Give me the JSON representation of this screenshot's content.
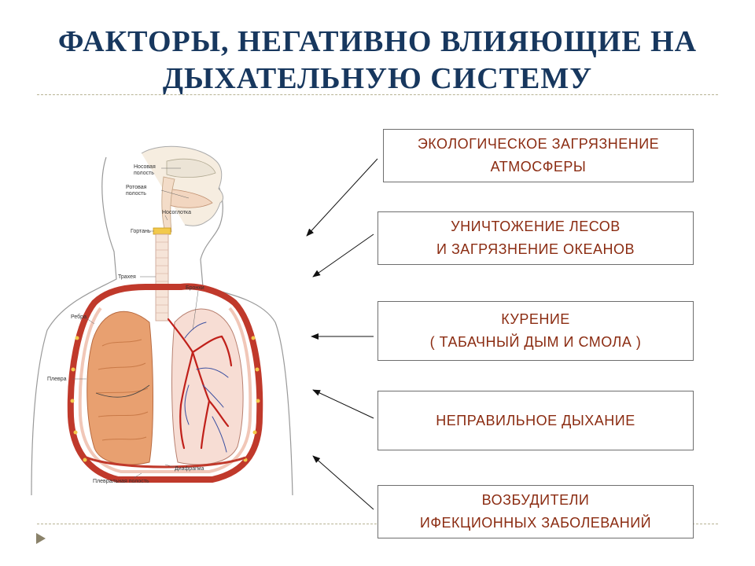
{
  "slide": {
    "title_line1": "ФАКТОРЫ, НЕГАТИВНО ВЛИЯЮЩИЕ НА",
    "title_line2": "ДЫХАТЕЛЬНУЮ СИСТЕМУ"
  },
  "factors": [
    {
      "line1": "ЭКОЛОГИЧЕСКОЕ ЗАГРЯЗНЕНИЕ",
      "line2": "АТМОСФЕРЫ"
    },
    {
      "line1": "УНИЧТОЖЕНИЕ ЛЕСОВ",
      "line2": "И ЗАГРЯЗНЕНИЕ ОКЕАНОВ"
    },
    {
      "line1": "КУРЕНИЕ",
      "line2": "( ТАБАЧНЫЙ ДЫМ И СМОЛА )"
    },
    {
      "line1": "НЕПРАВИЛЬНОЕ ДЫХАНИЕ",
      "line2": ""
    },
    {
      "line1": "ВОЗБУДИТЕЛИ",
      "line2": "ИФЕКЦИОННЫХ ЗАБОЛЕВАНИЙ"
    }
  ],
  "diagram": {
    "labels": {
      "nasal": "Носовая",
      "nasal2": "полость",
      "oral": "Ротовая",
      "oral2": "полость",
      "epiglottis": "Носоглотка",
      "larynx": "Гортань",
      "trachea": "Трахея",
      "bronchi": "Бронхи",
      "ribs": "Ребра",
      "pleura": "Плевра",
      "diaphragm": "Диафрагма",
      "pleural_cavity": "Плевральная полость"
    }
  },
  "colors": {
    "title": "#17375e",
    "factor_text": "#8b2c12",
    "box_border": "#6e6e6e",
    "divider": "#b7b394",
    "lung_tissue": "#e8a070",
    "rib_red": "#c0392b",
    "vessel_red": "#c0201a"
  },
  "icons": {
    "nav": "triangle-right-icon"
  }
}
